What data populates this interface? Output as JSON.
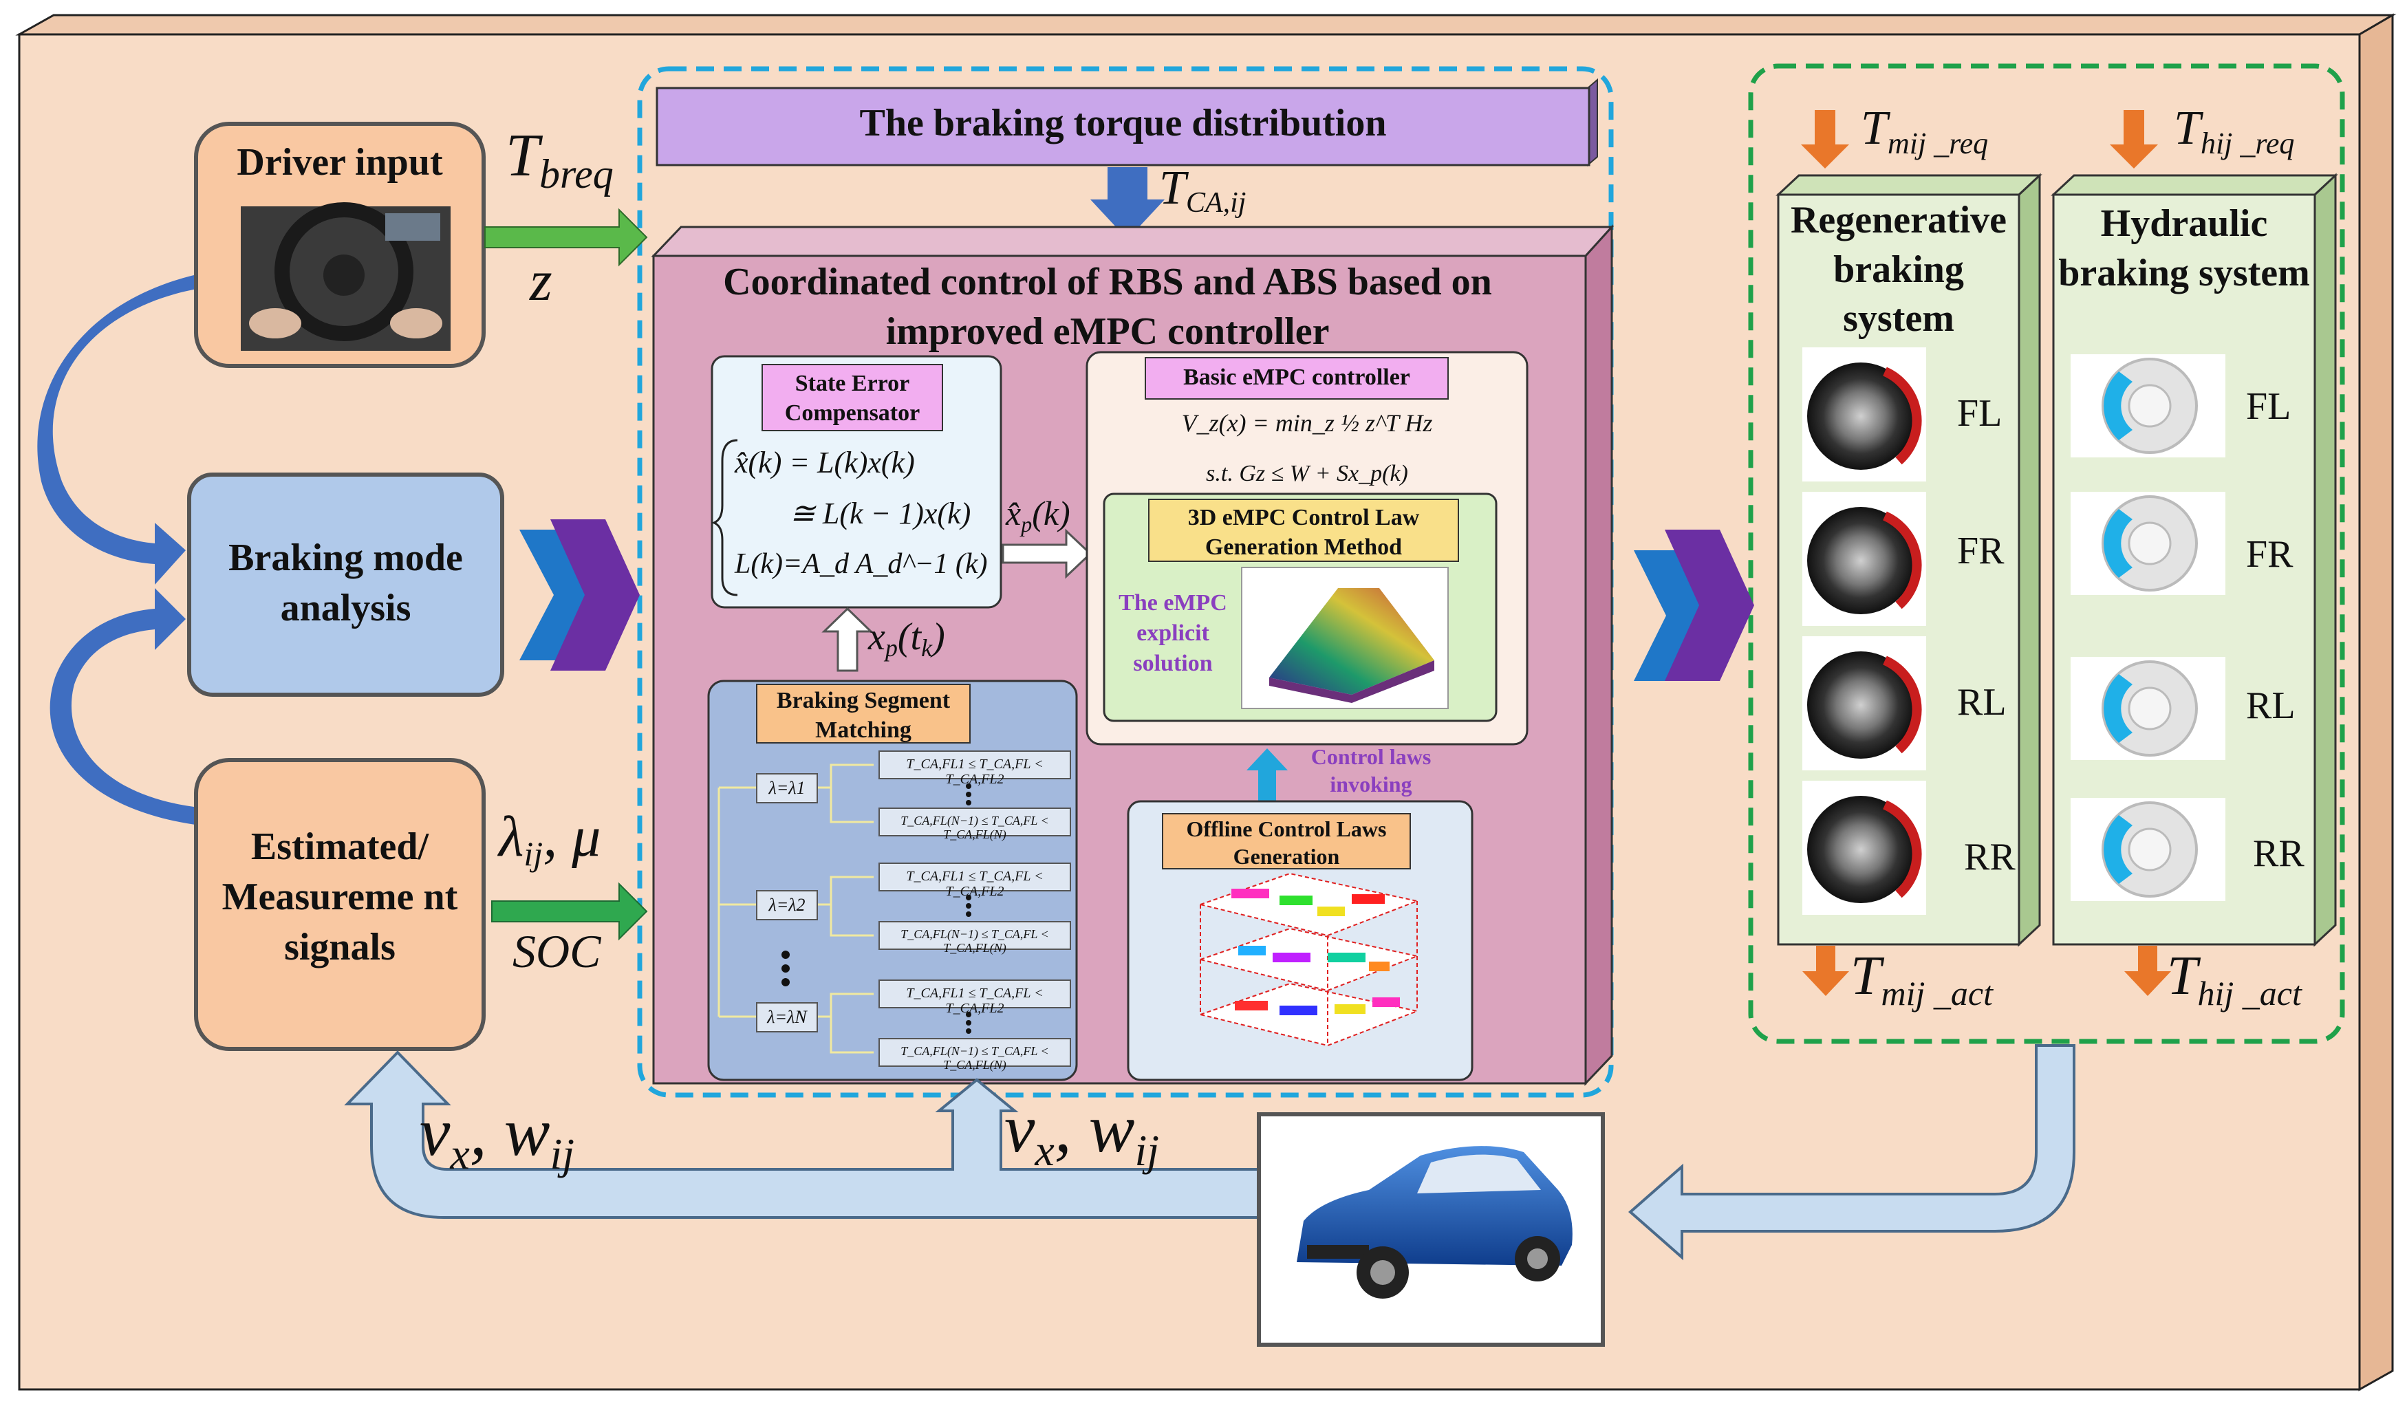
{
  "colors": {
    "background": "#f8dcc6",
    "purple_bar": "#c9a6ea",
    "controller_box": "#dba4be",
    "controller_side": "#c07c9e",
    "blue_dashed": "#21a6dc",
    "green_dashed": "#1fa14a",
    "orange_box": "#f9c8a2",
    "blue_box": "#b0c9ea",
    "system_box": "#e6f0d7",
    "arrow_green": "#5ab94a",
    "arrow_blue": "#3f6ec1",
    "arrow_orange": "#e9772a",
    "chevron_purple": "#6b2fa3",
    "chevron_blue": "#1f77c8",
    "feedback_fill": "#c8dcf0"
  },
  "left": {
    "driver_input": "Driver input",
    "braking_mode": "Braking mode analysis",
    "estimated": "Estimated/ Measureme nt signals"
  },
  "signals": {
    "t_breq_main": "T",
    "t_breq_sub": "breq",
    "z": "z",
    "lambda_mu_main": "λ",
    "lambda_mu_sub": "ij",
    "lambda_mu_tail": ", μ",
    "soc": "SOC",
    "vx_w_1": "v",
    "vx_w_1_sub": "x",
    "vx_w_2": ", w",
    "vx_w_2_sub": "ij",
    "tca_main": "T",
    "tca_sub": "CA,ij",
    "xp_main": "x",
    "xp_sub": "p",
    "xp_tail": "(t",
    "xp_tail_sub": "k",
    "xp_end": ")",
    "xphat_main": "x̂",
    "xphat_sub": "p",
    "xphat_tail": "(k)"
  },
  "center": {
    "torque_distribution": "The braking torque distribution",
    "controller_title": "Coordinated control of RBS and ABS based on improved eMPC controller",
    "state_error_title": "State Error Compensator",
    "state_eq1": "x̂(k) = L(k)x(k)",
    "state_eq2": "≅ L(k − 1)x(k)",
    "state_eq3": "L(k)=A_d A_d^−1 (k)",
    "basic_empc_title": "Basic eMPC controller",
    "empc_eq1": "V_z(x) = min_z ½ z^T Hz",
    "empc_eq2": "s.t. Gz ≤ W + Sx_p(k)",
    "law_generation_title": "3D eMPC Control Law Generation Method",
    "explicit_solution": "The eMPC explicit solution",
    "segment_title": "Braking Segment Matching",
    "lambda1": "λ=λ1",
    "lambda2": "λ=λ2",
    "lambdaN": "λ=λN",
    "seg_row_a": "T_CA,FL1 ≤ T_CA,FL < T_CA,FL2",
    "seg_row_b": "T_CA,FL(N−1) ≤ T_CA,FL < T_CA,FL(N)",
    "control_laws_invoking": "Control laws invoking",
    "offline_title": "Offline Control Laws Generation"
  },
  "right": {
    "t_mij_req_main": "T",
    "t_mij_req_sub": "mij _req",
    "t_hij_req_main": "T",
    "t_hij_req_sub": "hij _req",
    "t_mij_act_main": "T",
    "t_mij_act_sub": "mij _act",
    "t_hij_act_main": "T",
    "t_hij_act_sub": "hij _act",
    "regen_title": "Regenerative braking system",
    "hydraulic_title": "Hydraulic braking system",
    "wheels": [
      "FL",
      "FR",
      "RL",
      "RR"
    ]
  }
}
